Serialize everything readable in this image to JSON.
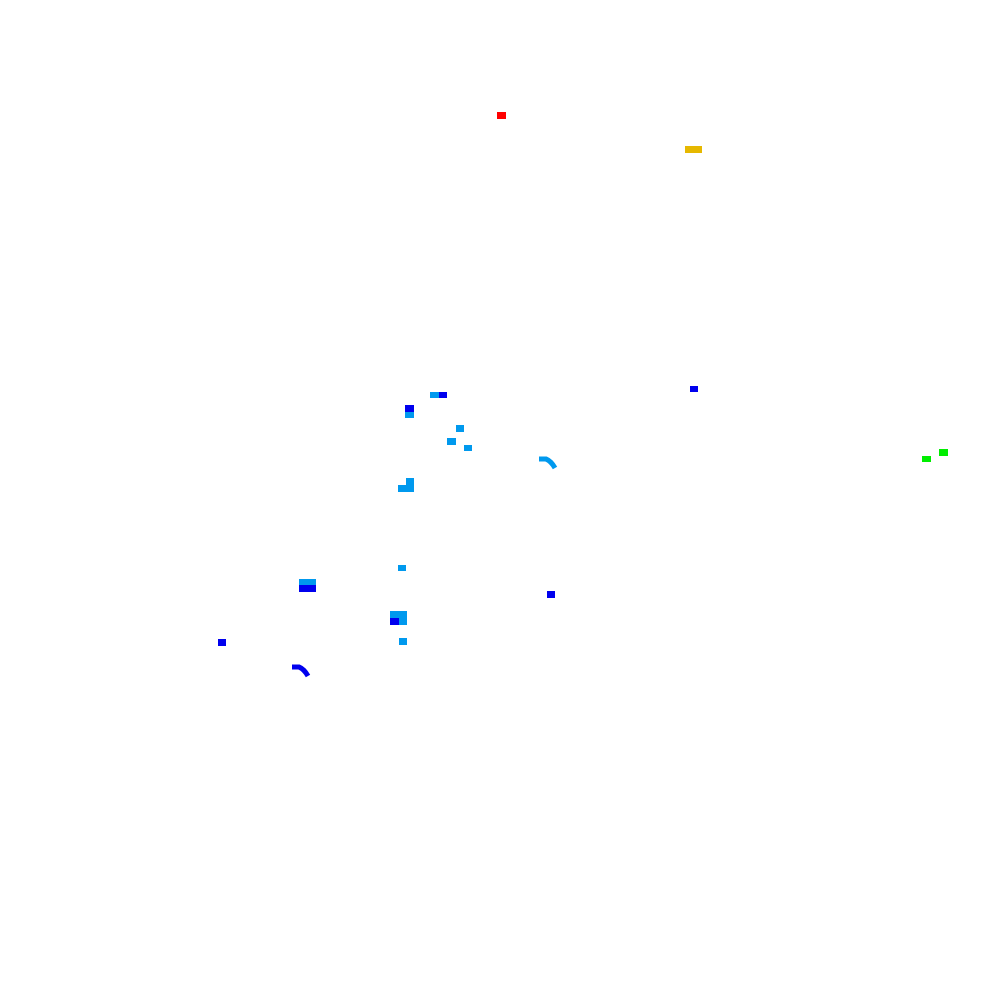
{
  "palette": {
    "background": "#ffffff",
    "red": "#ff0000",
    "gold": "#e6b800",
    "blue": "#0000ee",
    "light_blue": "#0099ee",
    "green": "#00ee00"
  },
  "marks": [
    {
      "kind": "rect",
      "color": "red",
      "description": "red-speck"
    },
    {
      "kind": "rect",
      "color": "gold",
      "description": "gold-dash"
    },
    {
      "kind": "rect",
      "color": "blue",
      "description": "blue-speck"
    },
    {
      "kind": "rect",
      "color": "green",
      "description": "green-speck"
    },
    {
      "kind": "rect",
      "color": "light_blue",
      "description": "light-blue-speck"
    },
    {
      "kind": "arc",
      "color": "light_blue",
      "description": "light-blue-hook"
    },
    {
      "kind": "arc",
      "color": "blue",
      "description": "blue-hook"
    }
  ]
}
